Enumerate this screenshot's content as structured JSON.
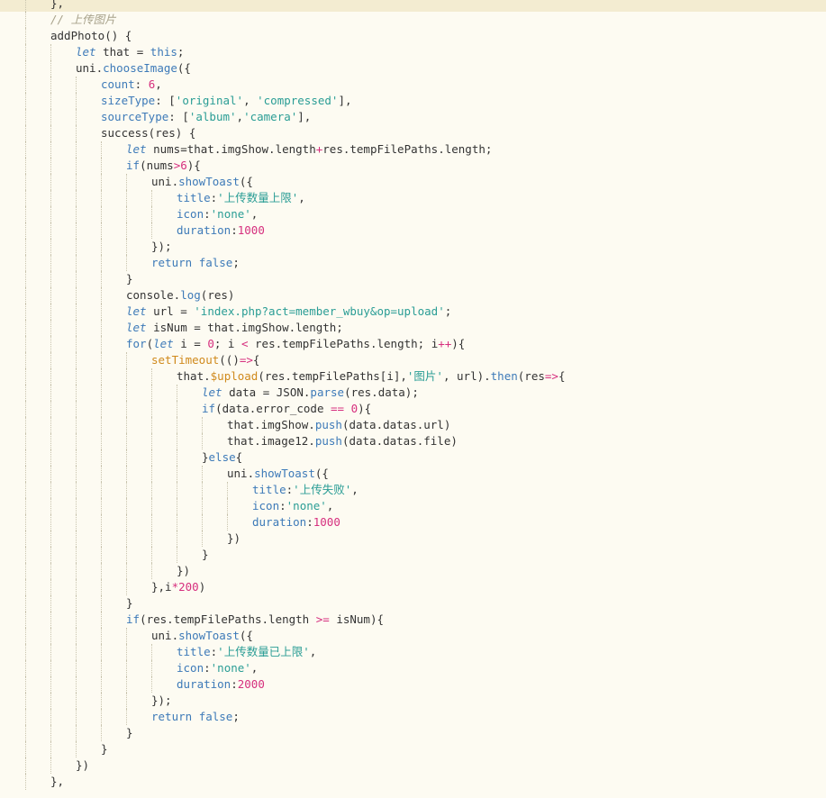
{
  "colors": {
    "background": "#fdfbf2",
    "current_line": "#f3ecd1",
    "comment": "#a7a18a",
    "keyword": "#3d7ab8",
    "string": "#2a9d95",
    "number": "#d62f7e",
    "plain": "#333333",
    "indent_guide": "#c9c4ae"
  },
  "lines": [
    {
      "indent": 2,
      "hl": true,
      "tokens": [
        {
          "t": "},",
          "c": "plain"
        }
      ]
    },
    {
      "indent": 2,
      "tokens": [
        {
          "t": "// 上传图片",
          "c": "comment"
        }
      ]
    },
    {
      "indent": 2,
      "tokens": [
        {
          "t": "addPhoto() {",
          "c": "plain"
        }
      ]
    },
    {
      "indent": 3,
      "tokens": [
        {
          "t": "let",
          "c": "keyword"
        },
        {
          "t": " that = ",
          "c": "plain"
        },
        {
          "t": "this",
          "c": "this"
        },
        {
          "t": ";",
          "c": "plain"
        }
      ]
    },
    {
      "indent": 3,
      "tokens": [
        {
          "t": "uni.",
          "c": "plain"
        },
        {
          "t": "chooseImage",
          "c": "method"
        },
        {
          "t": "({",
          "c": "plain"
        }
      ]
    },
    {
      "indent": 4,
      "tokens": [
        {
          "t": "count",
          "c": "prop"
        },
        {
          "t": ": ",
          "c": "plain"
        },
        {
          "t": "6",
          "c": "number"
        },
        {
          "t": ",",
          "c": "plain"
        }
      ]
    },
    {
      "indent": 4,
      "tokens": [
        {
          "t": "sizeType",
          "c": "prop"
        },
        {
          "t": ": [",
          "c": "plain"
        },
        {
          "t": "'original'",
          "c": "string"
        },
        {
          "t": ", ",
          "c": "plain"
        },
        {
          "t": "'compressed'",
          "c": "string"
        },
        {
          "t": "],",
          "c": "plain"
        }
      ]
    },
    {
      "indent": 4,
      "tokens": [
        {
          "t": "sourceType",
          "c": "prop"
        },
        {
          "t": ": [",
          "c": "plain"
        },
        {
          "t": "'album'",
          "c": "string"
        },
        {
          "t": ",",
          "c": "plain"
        },
        {
          "t": "'camera'",
          "c": "string"
        },
        {
          "t": "],",
          "c": "plain"
        }
      ]
    },
    {
      "indent": 4,
      "tokens": [
        {
          "t": "success(res) {",
          "c": "plain"
        }
      ]
    },
    {
      "indent": 5,
      "tokens": [
        {
          "t": "let",
          "c": "keyword"
        },
        {
          "t": " nums=that.imgShow.length",
          "c": "plain"
        },
        {
          "t": "+",
          "c": "op"
        },
        {
          "t": "res.tempFilePaths.length;",
          "c": "plain"
        }
      ]
    },
    {
      "indent": 5,
      "tokens": [
        {
          "t": "if",
          "c": "prop"
        },
        {
          "t": "(nums",
          "c": "plain"
        },
        {
          "t": ">",
          "c": "op"
        },
        {
          "t": "6",
          "c": "number"
        },
        {
          "t": "){",
          "c": "plain"
        }
      ]
    },
    {
      "indent": 6,
      "tokens": [
        {
          "t": "uni.",
          "c": "plain"
        },
        {
          "t": "showToast",
          "c": "method"
        },
        {
          "t": "({",
          "c": "plain"
        }
      ]
    },
    {
      "indent": 7,
      "tokens": [
        {
          "t": "title",
          "c": "prop"
        },
        {
          "t": ":",
          "c": "plain"
        },
        {
          "t": "'上传数量上限'",
          "c": "string"
        },
        {
          "t": ",",
          "c": "plain"
        }
      ]
    },
    {
      "indent": 7,
      "tokens": [
        {
          "t": "icon",
          "c": "prop"
        },
        {
          "t": ":",
          "c": "plain"
        },
        {
          "t": "'none'",
          "c": "string"
        },
        {
          "t": ",",
          "c": "plain"
        }
      ]
    },
    {
      "indent": 7,
      "tokens": [
        {
          "t": "duration",
          "c": "prop"
        },
        {
          "t": ":",
          "c": "plain"
        },
        {
          "t": "1000",
          "c": "number"
        }
      ]
    },
    {
      "indent": 6,
      "tokens": [
        {
          "t": "});",
          "c": "plain"
        }
      ]
    },
    {
      "indent": 6,
      "tokens": [
        {
          "t": "return",
          "c": "prop"
        },
        {
          "t": " ",
          "c": "plain"
        },
        {
          "t": "false",
          "c": "bool"
        },
        {
          "t": ";",
          "c": "plain"
        }
      ]
    },
    {
      "indent": 5,
      "tokens": [
        {
          "t": "}",
          "c": "plain"
        }
      ]
    },
    {
      "indent": 5,
      "tokens": [
        {
          "t": "console.",
          "c": "plain"
        },
        {
          "t": "log",
          "c": "method"
        },
        {
          "t": "(res)",
          "c": "plain"
        }
      ]
    },
    {
      "indent": 5,
      "tokens": [
        {
          "t": "let",
          "c": "keyword"
        },
        {
          "t": " url = ",
          "c": "plain"
        },
        {
          "t": "'index.php?act=member_wbuy&op=upload'",
          "c": "string"
        },
        {
          "t": ";",
          "c": "plain"
        }
      ]
    },
    {
      "indent": 5,
      "tokens": [
        {
          "t": "let",
          "c": "keyword"
        },
        {
          "t": " isNum = that.imgShow.length;",
          "c": "plain"
        }
      ]
    },
    {
      "indent": 5,
      "tokens": [
        {
          "t": "for",
          "c": "prop"
        },
        {
          "t": "(",
          "c": "plain"
        },
        {
          "t": "let",
          "c": "keyword"
        },
        {
          "t": " i = ",
          "c": "plain"
        },
        {
          "t": "0",
          "c": "number"
        },
        {
          "t": "; i ",
          "c": "plain"
        },
        {
          "t": "<",
          "c": "op"
        },
        {
          "t": " res.tempFilePaths.length; i",
          "c": "plain"
        },
        {
          "t": "++",
          "c": "op"
        },
        {
          "t": "){",
          "c": "plain"
        }
      ]
    },
    {
      "indent": 6,
      "tokens": [
        {
          "t": "setTimeout",
          "c": "func"
        },
        {
          "t": "(()",
          "c": "plain"
        },
        {
          "t": "=>",
          "c": "op"
        },
        {
          "t": "{",
          "c": "plain"
        }
      ]
    },
    {
      "indent": 7,
      "tokens": [
        {
          "t": "that.",
          "c": "plain"
        },
        {
          "t": "$upload",
          "c": "func"
        },
        {
          "t": "(res.tempFilePaths[i],",
          "c": "plain"
        },
        {
          "t": "'图片'",
          "c": "string"
        },
        {
          "t": ", url).",
          "c": "plain"
        },
        {
          "t": "then",
          "c": "method"
        },
        {
          "t": "(res",
          "c": "plain"
        },
        {
          "t": "=>",
          "c": "op"
        },
        {
          "t": "{",
          "c": "plain"
        }
      ]
    },
    {
      "indent": 8,
      "tokens": [
        {
          "t": "let",
          "c": "keyword"
        },
        {
          "t": " data = JSON.",
          "c": "plain"
        },
        {
          "t": "parse",
          "c": "method"
        },
        {
          "t": "(res.data);",
          "c": "plain"
        }
      ]
    },
    {
      "indent": 8,
      "tokens": [
        {
          "t": "if",
          "c": "prop"
        },
        {
          "t": "(data.error_code ",
          "c": "plain"
        },
        {
          "t": "==",
          "c": "op"
        },
        {
          "t": " ",
          "c": "plain"
        },
        {
          "t": "0",
          "c": "number"
        },
        {
          "t": "){",
          "c": "plain"
        }
      ]
    },
    {
      "indent": 9,
      "tokens": [
        {
          "t": "that.imgShow.",
          "c": "plain"
        },
        {
          "t": "push",
          "c": "method"
        },
        {
          "t": "(data.datas.url)",
          "c": "plain"
        }
      ]
    },
    {
      "indent": 9,
      "tokens": [
        {
          "t": "that.image12.",
          "c": "plain"
        },
        {
          "t": "push",
          "c": "method"
        },
        {
          "t": "(data.datas.file)",
          "c": "plain"
        }
      ]
    },
    {
      "indent": 8,
      "tokens": [
        {
          "t": "}",
          "c": "plain"
        },
        {
          "t": "else",
          "c": "prop"
        },
        {
          "t": "{",
          "c": "plain"
        }
      ]
    },
    {
      "indent": 9,
      "tokens": [
        {
          "t": "uni.",
          "c": "plain"
        },
        {
          "t": "showToast",
          "c": "method"
        },
        {
          "t": "({",
          "c": "plain"
        }
      ]
    },
    {
      "indent": 10,
      "tokens": [
        {
          "t": "title",
          "c": "prop"
        },
        {
          "t": ":",
          "c": "plain"
        },
        {
          "t": "'上传失败'",
          "c": "string"
        },
        {
          "t": ",",
          "c": "plain"
        }
      ]
    },
    {
      "indent": 10,
      "tokens": [
        {
          "t": "icon",
          "c": "prop"
        },
        {
          "t": ":",
          "c": "plain"
        },
        {
          "t": "'none'",
          "c": "string"
        },
        {
          "t": ",",
          "c": "plain"
        }
      ]
    },
    {
      "indent": 10,
      "tokens": [
        {
          "t": "duration",
          "c": "prop"
        },
        {
          "t": ":",
          "c": "plain"
        },
        {
          "t": "1000",
          "c": "number"
        }
      ]
    },
    {
      "indent": 9,
      "tokens": [
        {
          "t": "})",
          "c": "plain"
        }
      ]
    },
    {
      "indent": 8,
      "tokens": [
        {
          "t": "}",
          "c": "plain"
        }
      ]
    },
    {
      "indent": 7,
      "tokens": [
        {
          "t": "})",
          "c": "plain"
        }
      ]
    },
    {
      "indent": 6,
      "tokens": [
        {
          "t": "},i",
          "c": "plain"
        },
        {
          "t": "*",
          "c": "op"
        },
        {
          "t": "200",
          "c": "number"
        },
        {
          "t": ")",
          "c": "plain"
        }
      ]
    },
    {
      "indent": 5,
      "tokens": [
        {
          "t": "}",
          "c": "plain"
        }
      ]
    },
    {
      "indent": 5,
      "tokens": [
        {
          "t": "if",
          "c": "prop"
        },
        {
          "t": "(res.tempFilePaths.length ",
          "c": "plain"
        },
        {
          "t": ">=",
          "c": "op"
        },
        {
          "t": " isNum){",
          "c": "plain"
        }
      ]
    },
    {
      "indent": 6,
      "tokens": [
        {
          "t": "uni.",
          "c": "plain"
        },
        {
          "t": "showToast",
          "c": "method"
        },
        {
          "t": "({",
          "c": "plain"
        }
      ]
    },
    {
      "indent": 7,
      "tokens": [
        {
          "t": "title",
          "c": "prop"
        },
        {
          "t": ":",
          "c": "plain"
        },
        {
          "t": "'上传数量已上限'",
          "c": "string"
        },
        {
          "t": ",",
          "c": "plain"
        }
      ]
    },
    {
      "indent": 7,
      "tokens": [
        {
          "t": "icon",
          "c": "prop"
        },
        {
          "t": ":",
          "c": "plain"
        },
        {
          "t": "'none'",
          "c": "string"
        },
        {
          "t": ",",
          "c": "plain"
        }
      ]
    },
    {
      "indent": 7,
      "tokens": [
        {
          "t": "duration",
          "c": "prop"
        },
        {
          "t": ":",
          "c": "plain"
        },
        {
          "t": "2000",
          "c": "number"
        }
      ]
    },
    {
      "indent": 6,
      "tokens": [
        {
          "t": "});",
          "c": "plain"
        }
      ]
    },
    {
      "indent": 6,
      "tokens": [
        {
          "t": "return",
          "c": "prop"
        },
        {
          "t": " ",
          "c": "plain"
        },
        {
          "t": "false",
          "c": "bool"
        },
        {
          "t": ";",
          "c": "plain"
        }
      ]
    },
    {
      "indent": 5,
      "tokens": [
        {
          "t": "}",
          "c": "plain"
        }
      ]
    },
    {
      "indent": 4,
      "tokens": [
        {
          "t": "}",
          "c": "plain"
        }
      ]
    },
    {
      "indent": 3,
      "tokens": [
        {
          "t": "})",
          "c": "plain"
        }
      ]
    },
    {
      "indent": 2,
      "tokens": [
        {
          "t": "},",
          "c": "plain"
        }
      ]
    }
  ]
}
